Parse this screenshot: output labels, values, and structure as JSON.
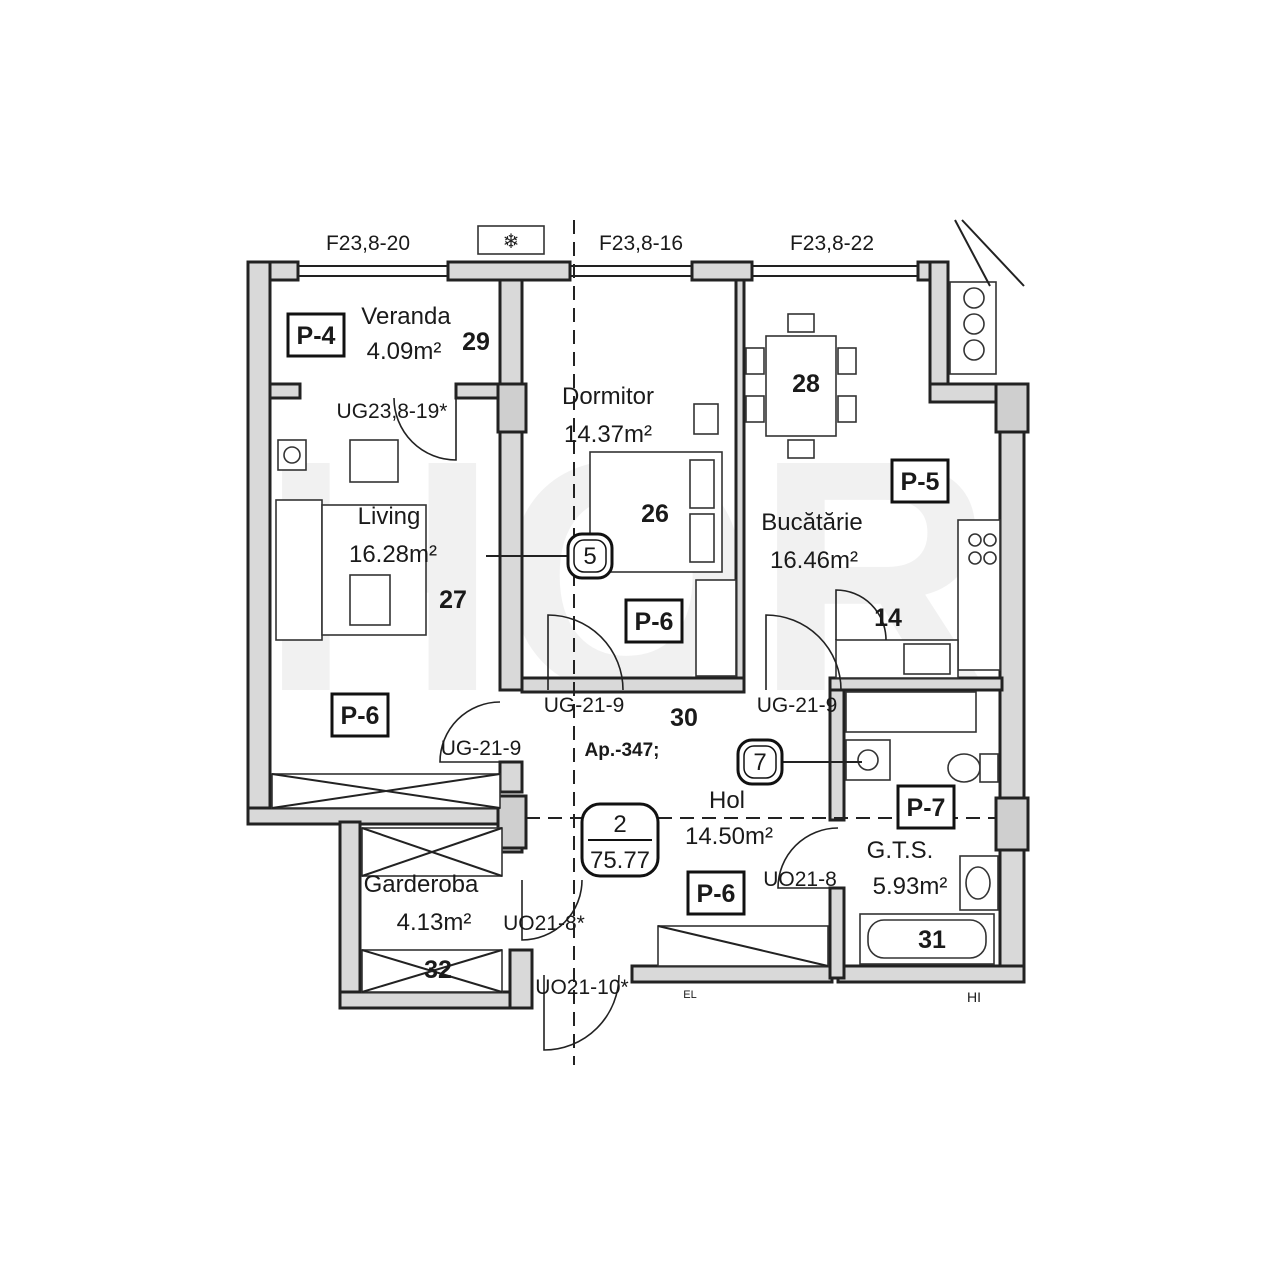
{
  "plan": {
    "windows": {
      "w1": "F23,8-20",
      "w2": "F23,8-16",
      "w3": "F23,8-22"
    },
    "rooms": {
      "veranda": {
        "name": "Veranda",
        "area": "4.09m²",
        "num": "29"
      },
      "dormitor": {
        "name": "Dormitor",
        "area": "14.37m²",
        "num": "26"
      },
      "bucatarie": {
        "name": "Bucătărie",
        "area": "16.46m²",
        "num": "28"
      },
      "living": {
        "name": "Living",
        "area": "16.28m²",
        "num": "27"
      },
      "hol": {
        "name": "Hol",
        "area": "14.50m²",
        "num": "30"
      },
      "garderoba": {
        "name": "Garderoba",
        "area": "4.13m²",
        "num": "32"
      },
      "gts": {
        "name": "G.T.S.",
        "area": "5.93m²",
        "num": "31"
      },
      "kitchen_unit": {
        "num": "14"
      }
    },
    "tags": {
      "p4": "P-4",
      "p5": "P-5",
      "p6a": "P-6",
      "p6b": "P-6",
      "p6c": "P-6",
      "p7": "P-7"
    },
    "doors": {
      "d1": "UG23,8-19*",
      "d2": "UG-21-9",
      "d3": "UG-21-9",
      "d4": "UG-21-9",
      "d5": "UO21-8",
      "d6": "UO21-8*",
      "d7": "UO21-10*"
    },
    "circles": {
      "c5": "5",
      "c7": "7"
    },
    "apartment": {
      "ap_label": "Ap.-347;",
      "number": "2",
      "total_area": "75.77"
    },
    "small_marks": {
      "el": "EL",
      "hi": "HI"
    },
    "watermark": "HOR"
  }
}
